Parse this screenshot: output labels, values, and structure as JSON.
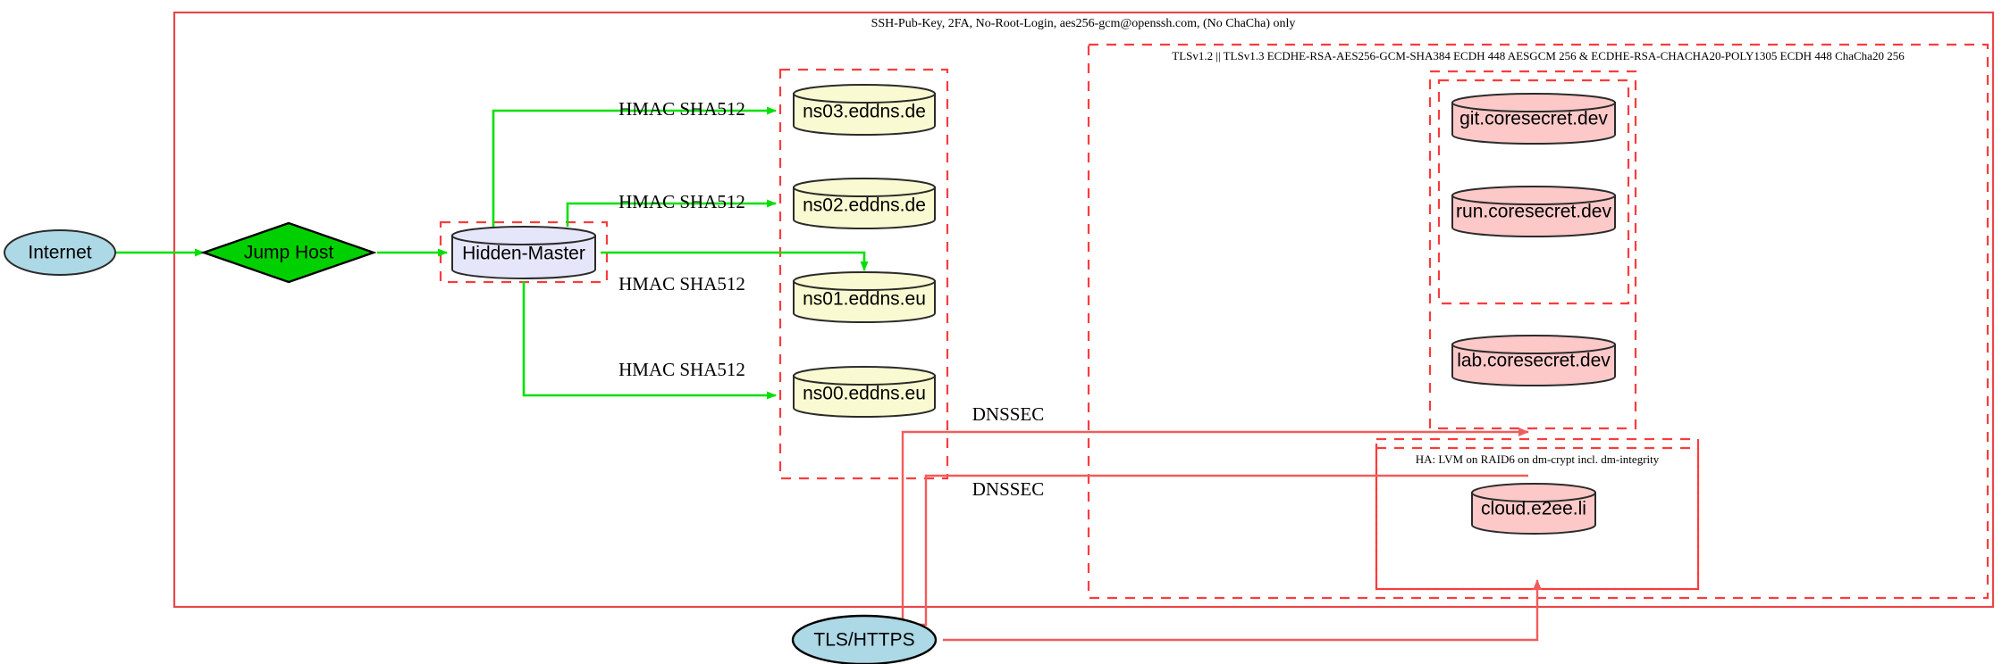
{
  "diagram": {
    "type": "network-architecture",
    "background": "#ffffff",
    "colors": {
      "frame_red": "#e8474a",
      "dashed_red": "#fa3c3c",
      "edge_green": "#00e000",
      "edge_red": "#f25c5c",
      "internet_fill": "#add8e6",
      "jumphost_fill": "#00d000",
      "hiddenmaster_fill": "#e6e6fa",
      "ns_fill": "#fafad2",
      "service_fill": "#fcc8c8",
      "tls_fill": "#add8e6",
      "stroke_dark": "#2b2b2b"
    },
    "clusters": {
      "outer": {
        "label": "SSH-Pub-Key, 2FA, No-Root-Login, aes256-gcm@openssh.com, (No ChaCha) only"
      },
      "tls": {
        "label": "TLSv1.2 || TLSv1.3 ECDHE-RSA-AES256-GCM-SHA384 ECDH 448 AESGCM 256 & ECDHE-RSA-CHACHA20-POLY1305 ECDH 448 ChaCha20 256"
      },
      "ha": {
        "label": "HA: LVM on RAID6 on dm-crypt incl. dm-integrity"
      },
      "hidden_master": {
        "label": ""
      },
      "nameservers": {
        "label": ""
      },
      "coresecret": {
        "label": ""
      },
      "cloud": {
        "label": ""
      }
    },
    "nodes": [
      {
        "id": "internet",
        "label": "Internet",
        "shape": "ellipse",
        "fill": "#add8e6"
      },
      {
        "id": "jumphost",
        "label": "Jump Host",
        "shape": "diamond",
        "fill": "#00d000"
      },
      {
        "id": "hidden-master",
        "label": "Hidden-Master",
        "shape": "cylinder",
        "fill": "#e6e6fa"
      },
      {
        "id": "ns03",
        "label": "ns03.eddns.de",
        "shape": "cylinder",
        "fill": "#fafad2"
      },
      {
        "id": "ns02",
        "label": "ns02.eddns.de",
        "shape": "cylinder",
        "fill": "#fafad2"
      },
      {
        "id": "ns01",
        "label": "ns01.eddns.eu",
        "shape": "cylinder",
        "fill": "#fafad2"
      },
      {
        "id": "ns00",
        "label": "ns00.eddns.eu",
        "shape": "cylinder",
        "fill": "#fafad2"
      },
      {
        "id": "git",
        "label": "git.coresecret.dev",
        "shape": "cylinder",
        "fill": "#fcc8c8"
      },
      {
        "id": "run",
        "label": "run.coresecret.dev",
        "shape": "cylinder",
        "fill": "#fcc8c8"
      },
      {
        "id": "lab",
        "label": "lab.coresecret.dev",
        "shape": "cylinder",
        "fill": "#fcc8c8"
      },
      {
        "id": "cloud",
        "label": "cloud.e2ee.li",
        "shape": "cylinder",
        "fill": "#fcc8c8"
      },
      {
        "id": "tls-https",
        "label": "TLS/HTTPS",
        "shape": "ellipse",
        "fill": "#add8e6"
      }
    ],
    "edges": [
      {
        "from": "internet",
        "to": "jumphost",
        "label": "",
        "color": "#00e000"
      },
      {
        "from": "jumphost",
        "to": "hidden-master",
        "label": "",
        "color": "#00e000"
      },
      {
        "from": "hidden-master",
        "to": "ns03",
        "label": "HMAC SHA512",
        "color": "#00e000"
      },
      {
        "from": "hidden-master",
        "to": "ns02",
        "label": "HMAC SHA512",
        "color": "#00e000"
      },
      {
        "from": "hidden-master",
        "to": "ns01",
        "label": "HMAC SHA512",
        "color": "#00e000"
      },
      {
        "from": "hidden-master",
        "to": "ns00",
        "label": "HMAC SHA512",
        "color": "#00e000"
      },
      {
        "from": "tls-https",
        "to": "coresecret",
        "label": "DNSSEC",
        "color": "#f25c5c"
      },
      {
        "from": "tls-https",
        "to": "cloud",
        "label": "DNSSEC",
        "color": "#f25c5c"
      }
    ],
    "edge_labels": {
      "hmac": "HMAC SHA512",
      "dnssec": "DNSSEC"
    }
  }
}
